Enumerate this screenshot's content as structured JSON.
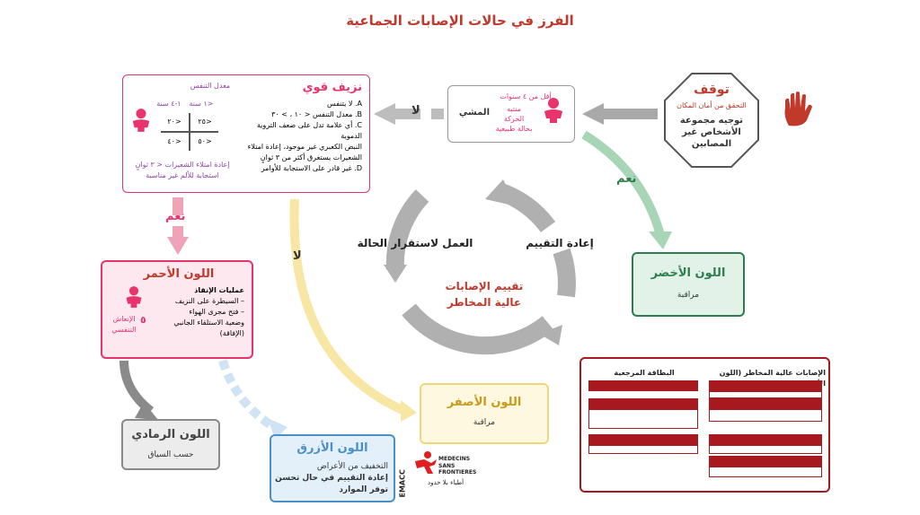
{
  "title": "الفرز في حالات الإصابات الجماعية",
  "stop": {
    "title": "توقف",
    "check": "التحقق من أمان المكان",
    "direct": "توجيه مجموعة الأشخاص غير المصابين"
  },
  "walking": {
    "label": "المشي",
    "age": "أقل من ٤ سنوات",
    "attention": "منتبه",
    "movement": "الحركة",
    "normal": "بحالة طبيعية"
  },
  "severe": {
    "title": "نزيف قوي",
    "items": [
      "A. لا يتنفس",
      "B. معدل التنفس < ١٠ ، > ٣٠",
      "C. أي علامة تدل على ضعف التروية الدموية",
      "النبض الكعبري غير موجود، إعادة امتلاء",
      "الشعيرات يستغرق أكثر من ٣ ثوانٍ",
      "D. غير قادر على الاستجابة للأوامر"
    ],
    "resp_rate": "معدل التنفس",
    "col1": "<١ سنة",
    "col2": "١-٤ سنة",
    "cells": [
      "<٢٥",
      "<٢٠",
      "<٥٠",
      "<٤٠"
    ],
    "refill": "إعادة امتلاء الشعيرات < ٣ ثوانٍ",
    "pain": "استجابة للألم غير مناسبة"
  },
  "yes": "نعم",
  "no": "لا",
  "red": {
    "title": "اللون الأحمر",
    "items": [
      "عمليات الإنقاذ",
      "– السيطرة على النزيف",
      "– فتح مجرى الهواء",
      "وضعية الاستلقاء الجانبي",
      "(الإفاقة)"
    ],
    "breaths_num": "٥",
    "breaths": "الإنعاش التنفسي"
  },
  "cycle": {
    "center1": "تقييم الإصابات",
    "center2": "عالية المخاطر",
    "left": "العمل لاستقرار الحالة",
    "right": "إعادة التقييم"
  },
  "green": {
    "title": "اللون الأخضر",
    "sub": "مراقبة"
  },
  "yellow": {
    "title": "اللون الأصفر",
    "sub": "مراقبة"
  },
  "grey": {
    "title": "اللون الرمادي",
    "sub": "حسب السياق"
  },
  "blue": {
    "title": "اللون الأزرق",
    "lines": [
      "التخفيف من الأعراض",
      "إعادة التقييم في حال تحسن",
      "توفر الموارد"
    ]
  },
  "reference": {
    "col_left": "البطاقة المرجعية",
    "col_right": "الإصابات عالية المخاطر (اللون الأحمر)"
  },
  "logos": {
    "emacc": "EMACC",
    "msf1": "MEDECINS",
    "msf2": "SANS FRONTIERES",
    "msf3": "أطباء بلا حدود"
  },
  "colors": {
    "red": "#c0392b",
    "pink": "#e8336d",
    "green": "#2e7d4f",
    "yellow": "#c99a1a",
    "blue": "#4a90c8",
    "grey": "#8a8a8a",
    "dark_red": "#a8191f"
  }
}
